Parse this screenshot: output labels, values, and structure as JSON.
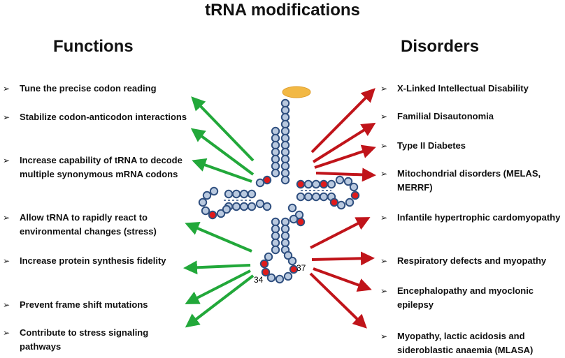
{
  "title": "tRNA modifications",
  "functions": {
    "heading": "Functions",
    "items": [
      "Tune the precise codon reading",
      "Stabilize codon-anticodon interactions",
      "Increase capability of tRNA to decode multiple synonymous mRNA codons",
      "Allow tRNA to rapidly react to environmental changes (stress)",
      "Increase protein synthesis fidelity",
      "Prevent frame shift mutations",
      "Contribute to stress signaling pathways"
    ]
  },
  "disorders": {
    "heading": "Disorders",
    "items": [
      "X-Linked Intellectual Disability",
      "Familial Disautonomia",
      "Type II Diabetes",
      "Mitochondrial disorders (MELAS, MERRF)",
      "Infantile hypertrophic cardomyopathy",
      "Respiratory defects and myopathy",
      "Encephalopathy and myoclonic epilepsy",
      "Myopathy, lactic acidosis and sideroblastic anaemia (MLASA)"
    ]
  },
  "bullet_symbol": "➢",
  "diagram": {
    "label_34": "34",
    "label_37": "37"
  },
  "colors": {
    "green_arrow": "#22a83a",
    "red_arrow": "#c0141a",
    "nucleotide_fill": "#b9c9df",
    "nucleotide_stroke": "#2f4f7f",
    "modified_nucleotide": "#e01b1b",
    "amino_acid_cap": "#f2b844"
  }
}
